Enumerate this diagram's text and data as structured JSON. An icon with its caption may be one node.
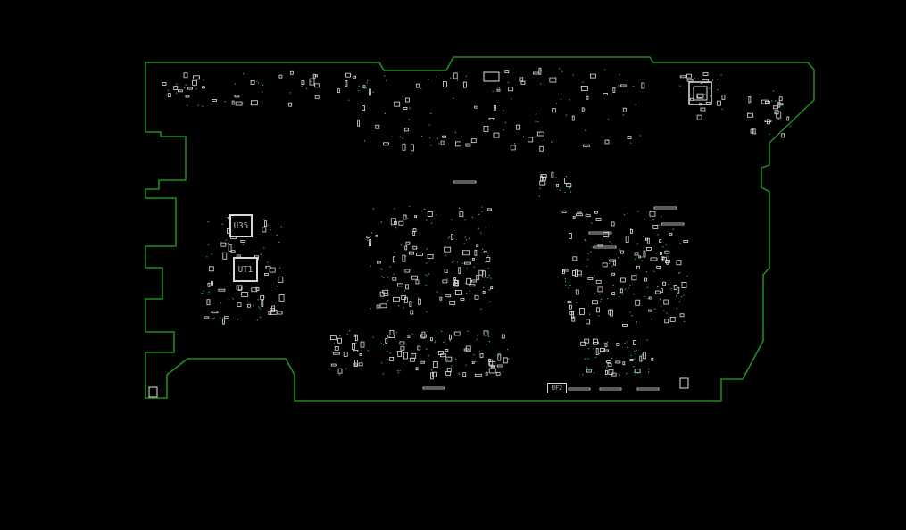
{
  "diagram": {
    "nodes": [
      {
        "text": [
          "U35"
        ]
      },
      {
        "text": [
          "UT1"
        ]
      },
      {
        "text": [
          "UF2"
        ]
      }
    ]
  }
}
